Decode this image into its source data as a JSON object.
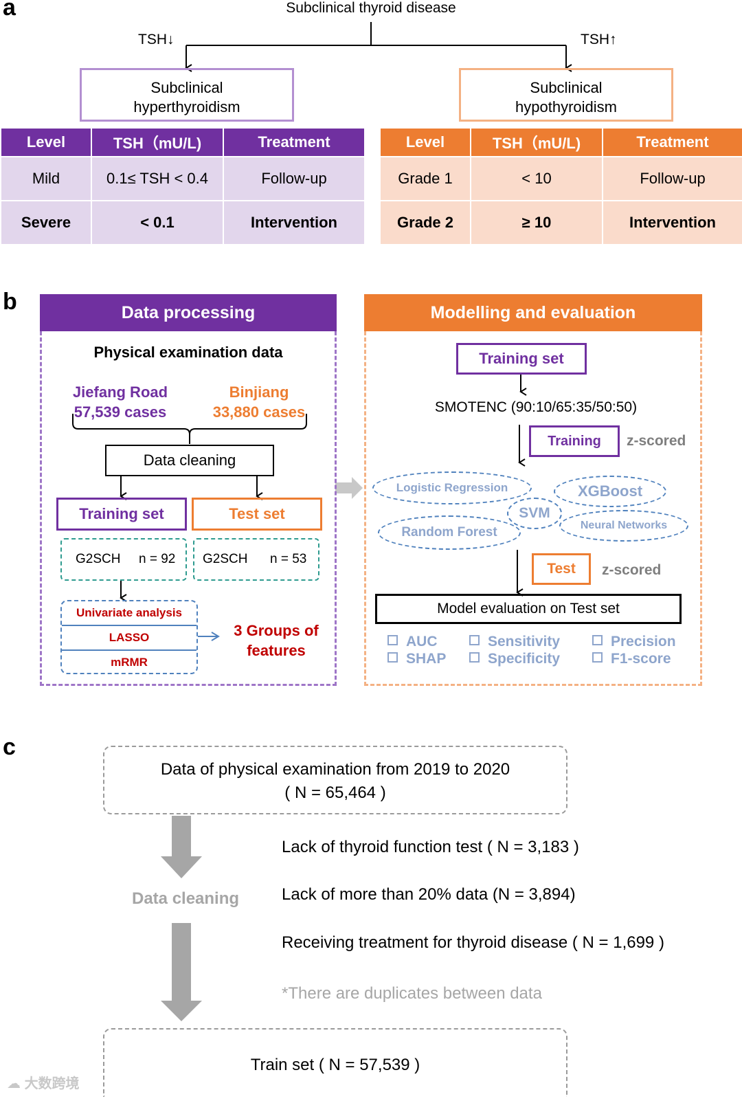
{
  "panel_a": {
    "letter": "a",
    "root": "Subclinical thyroid disease",
    "left_branch": "TSH↓",
    "right_branch": "TSH↑",
    "left_box": [
      "Subclinical",
      "hyperthyroidism"
    ],
    "right_box": [
      "Subclinical",
      "hypothyroidism"
    ],
    "left_table": {
      "headers": [
        "Level",
        "TSH（mU/L)",
        "Treatment"
      ],
      "rows": [
        [
          "Mild",
          "0.1≤ TSH < 0.4",
          "Follow-up"
        ],
        [
          "Severe",
          "< 0.1",
          "Intervention"
        ]
      ]
    },
    "right_table": {
      "headers": [
        "Level",
        "TSH（mU/L)",
        "Treatment"
      ],
      "rows": [
        [
          "Grade 1",
          "< 10",
          "Follow-up"
        ],
        [
          "Grade 2",
          "≥ 10",
          "Intervention"
        ]
      ]
    },
    "colors": {
      "purple": "#7030a0",
      "orange": "#ed7d31"
    }
  },
  "panel_b": {
    "letter": "b",
    "left": {
      "title": "Data processing",
      "subtitle": "Physical examination data",
      "site1_name": "Jiefang Road",
      "site1_cases": "57,539 cases",
      "site2_name": "Binjiang",
      "site2_cases": "33,880 cases",
      "cleaning": "Data cleaning",
      "training_set": "Training set",
      "test_set": "Test set",
      "g2sch_train_label": "G2SCH",
      "g2sch_train_n": "n = 92",
      "g2sch_test_label": "G2SCH",
      "g2sch_test_n": "n = 53",
      "selection": [
        "Univariate analysis",
        "LASSO",
        "mRMR"
      ],
      "groups": [
        "3 Groups of",
        "features"
      ]
    },
    "right": {
      "title": "Modelling and evaluation",
      "training_set": "Training set",
      "smote": "SMOTENC (90:10/65:35/50:50)",
      "training": "Training",
      "zscored1": "z-scored",
      "models": {
        "lr": "Logistic Regression",
        "xgb": "XGBoost",
        "svm": "SVM",
        "rf": "Random Forest",
        "nn": "Neural Networks"
      },
      "test": "Test",
      "zscored2": "z-scored",
      "evaluation": "Model evaluation on Test set",
      "metrics": [
        "AUC",
        "SHAP",
        "Sensitivity",
        "Specificity",
        "Precision",
        "F1-score"
      ]
    }
  },
  "panel_c": {
    "letter": "c",
    "top_box": [
      "Data of physical examination from 2019 to 2020",
      "( N = 65,464 )"
    ],
    "cleaning_label": "Data cleaning",
    "exclusions": [
      "Lack of thyroid function test ( N = 3,183 )",
      "Lack of more than 20% data (N = 3,894)",
      "Receiving treatment for thyroid disease ( N = 1,699 )"
    ],
    "note": "*There are duplicates between data",
    "bottom_box": "Train set ( N = 57,539 )"
  },
  "watermark": "大数跨境"
}
